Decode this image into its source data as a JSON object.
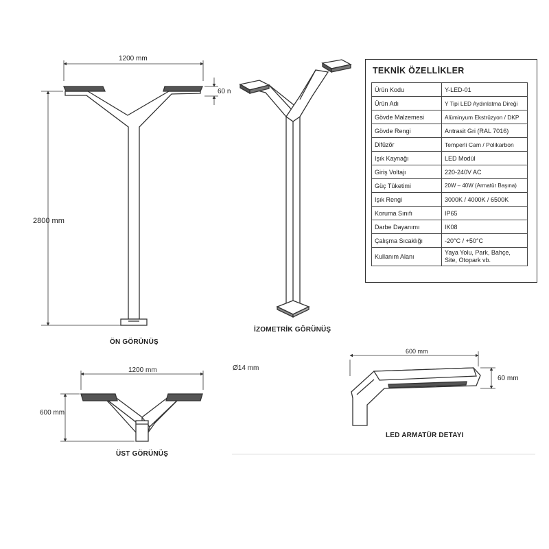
{
  "front_view": {
    "width_dim": "1200 mm",
    "height_dim": "2800 mm",
    "head_dim": "60 n",
    "caption": "ÖN GÖRÜNÜŞ"
  },
  "iso_view": {
    "caption": "İZOMETRİK GÖRÜNÜŞ"
  },
  "top_view": {
    "width_dim": "1200 mm",
    "depth_dim": "600 mm",
    "caption": "ÜST GÖRÜNÜŞ"
  },
  "pipe_dim": "Ø14 mm",
  "detail_view": {
    "width_dim": "600 mm",
    "height_dim": "60 mm",
    "caption": "LED ARMATÜR DETAYI"
  },
  "spec_table": {
    "title": "TEKNİK ÖZELLİKLER",
    "rows": [
      {
        "key": "Ürün Kodu",
        "value": "Y-LED-01"
      },
      {
        "key": "Ürün Adı",
        "value": "Y Tipi LED Aydınlatma Direği"
      },
      {
        "key": "Gövde Malzemesi",
        "value": "Alüminyum Ekstrüzyon / DKP"
      },
      {
        "key": "Gövde Rengi",
        "value": "Antrasit Gri (RAL 7016)"
      },
      {
        "key": "Difüzör",
        "value": "Temperli Cam / Polikarbon"
      },
      {
        "key": "Işık Kaynağı",
        "value": "LED Modül"
      },
      {
        "key": "Giriş Voltajı",
        "value": "220-240V AC"
      },
      {
        "key": "Güç Tüketimi",
        "value": "20W – 40W (Armatür Başına)"
      },
      {
        "key": "Işık Rengi",
        "value": "3000K / 4000K / 6500K"
      },
      {
        "key": "Koruma Sınıfı",
        "value": "IP65"
      },
      {
        "key": "Darbe Dayanımı",
        "value": "IK08"
      },
      {
        "key": "Çalışma Sıcaklığı",
        "value": "-20°C / +50°C"
      },
      {
        "key": "Kullanım Alanı",
        "value": "Yaya Yolu, Park, Bahçe, Site, Otopark vb."
      }
    ]
  }
}
